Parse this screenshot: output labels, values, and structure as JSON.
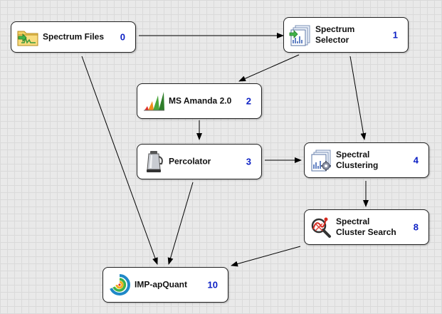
{
  "nodes": [
    {
      "id": "spectrum-files",
      "label": "Spectrum Files",
      "number": "0",
      "icon": "folder-spectrum-icon"
    },
    {
      "id": "spectrum-selector",
      "label": "Spectrum\nSelector",
      "number": "1",
      "icon": "spectrum-selector-icon"
    },
    {
      "id": "ms-amanda",
      "label": "MS Amanda 2.0",
      "number": "2",
      "icon": "ms-amanda-icon"
    },
    {
      "id": "percolator",
      "label": "Percolator",
      "number": "3",
      "icon": "percolator-icon"
    },
    {
      "id": "spectral-clustering",
      "label": "Spectral\nClustering",
      "number": "4",
      "icon": "spectral-clustering-icon"
    },
    {
      "id": "spectral-cluster-search",
      "label": "Spectral\nCluster Search",
      "number": "8",
      "icon": "cluster-search-icon"
    },
    {
      "id": "imp-apquant",
      "label": "IMP-apQuant",
      "number": "10",
      "icon": "imp-apquant-icon"
    }
  ],
  "edges": [
    {
      "from": "spectrum-files",
      "to": "spectrum-selector"
    },
    {
      "from": "spectrum-selector",
      "to": "ms-amanda"
    },
    {
      "from": "spectrum-selector",
      "to": "spectral-clustering"
    },
    {
      "from": "ms-amanda",
      "to": "percolator"
    },
    {
      "from": "percolator",
      "to": "spectral-clustering"
    },
    {
      "from": "spectral-clustering",
      "to": "spectral-cluster-search"
    },
    {
      "from": "spectrum-files",
      "to": "imp-apquant"
    },
    {
      "from": "percolator",
      "to": "imp-apquant"
    },
    {
      "from": "spectral-cluster-search",
      "to": "imp-apquant"
    }
  ]
}
